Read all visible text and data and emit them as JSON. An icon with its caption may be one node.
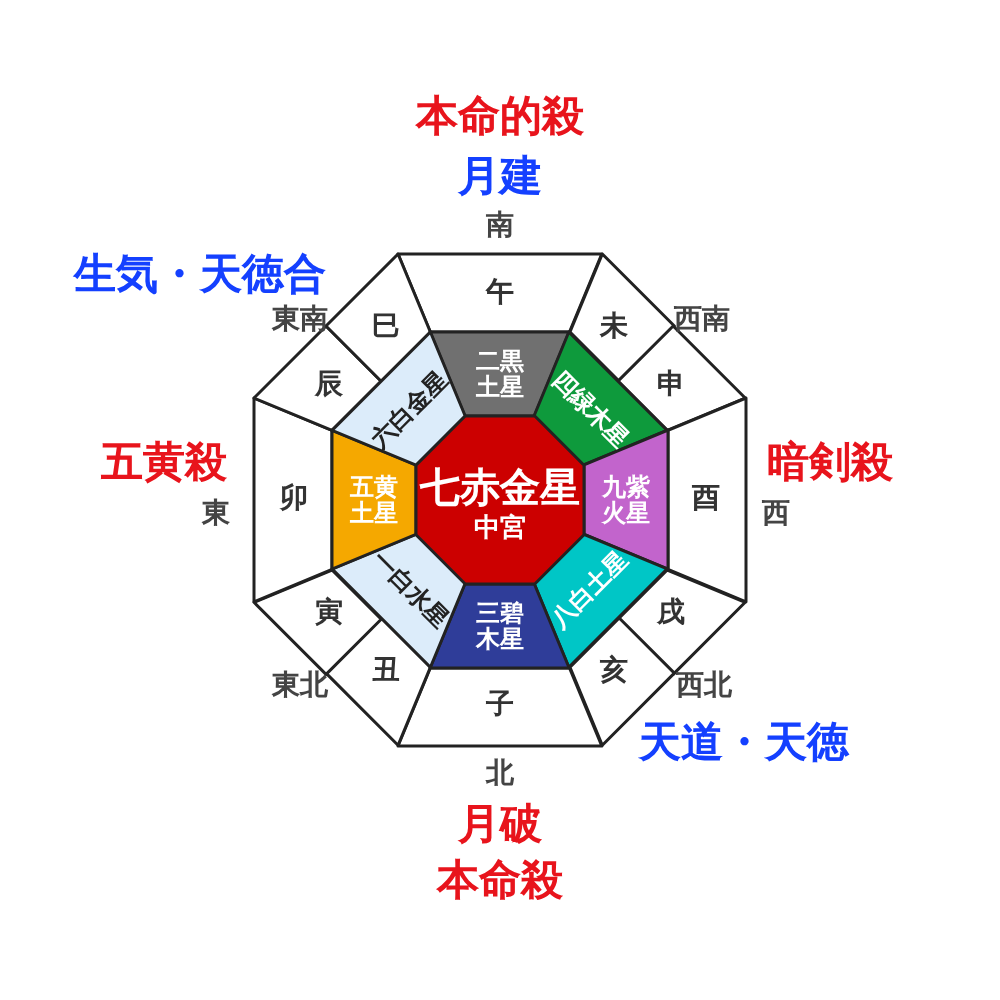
{
  "diagram": {
    "nodes": [
      {
        "text": [
          "七赤金星",
          "中宮"
        ]
      },
      {
        "text": [
          "二黒土星"
        ]
      },
      {
        "text": [
          "四緑木星"
        ]
      },
      {
        "text": [
          "九紫火星"
        ]
      },
      {
        "text": [
          "八白土星"
        ]
      },
      {
        "text": [
          "三碧木星"
        ]
      },
      {
        "text": [
          "一白水星"
        ]
      },
      {
        "text": [
          "五黄土星"
        ]
      },
      {
        "text": [
          "六白金星"
        ]
      },
      {
        "text": [
          "午"
        ]
      },
      {
        "text": [
          "未"
        ]
      },
      {
        "text": [
          "申"
        ]
      },
      {
        "text": [
          "酉"
        ]
      },
      {
        "text": [
          "戌"
        ]
      },
      {
        "text": [
          "亥"
        ]
      },
      {
        "text": [
          "子"
        ]
      },
      {
        "text": [
          "丑"
        ]
      },
      {
        "text": [
          "寅"
        ]
      },
      {
        "text": [
          "卯"
        ]
      },
      {
        "text": [
          "辰"
        ]
      },
      {
        "text": [
          "巳"
        ]
      }
    ],
    "labels": [
      "本命的殺",
      "月建",
      "南",
      "生気・天徳合",
      "東南",
      "西南",
      "五黄殺",
      "暗剣殺",
      "東",
      "西",
      "東北",
      "西北",
      "天道・天徳",
      "北",
      "月破",
      "本命殺"
    ]
  }
}
